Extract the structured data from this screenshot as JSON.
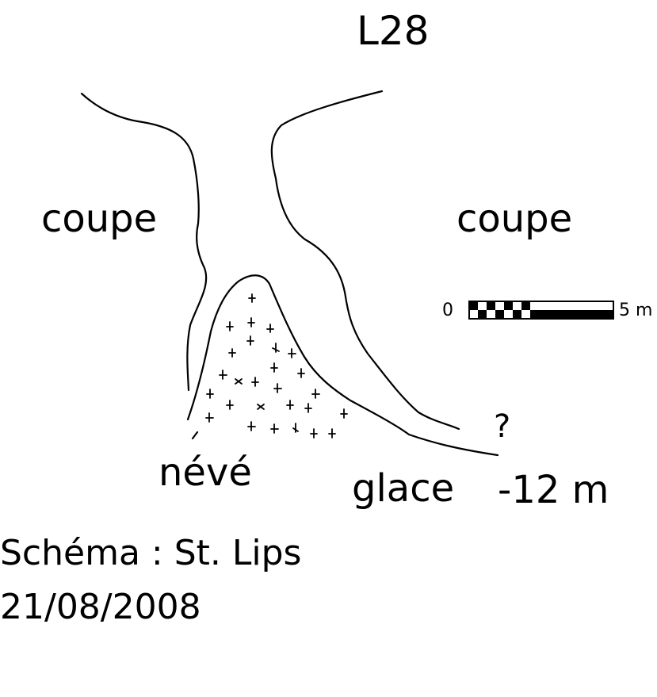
{
  "title": "L28",
  "labels": {
    "section_left": "coupe",
    "section_right": "coupe",
    "snow": "névé",
    "ice": "glace",
    "depth": "-12 m",
    "unknown": "?"
  },
  "scale": {
    "start": "0",
    "end": "5 m"
  },
  "credit": {
    "author": "Schéma : St. Lips",
    "date": "21/08/2008"
  },
  "colors": {
    "ink": "#000000",
    "background": "#ffffff"
  }
}
